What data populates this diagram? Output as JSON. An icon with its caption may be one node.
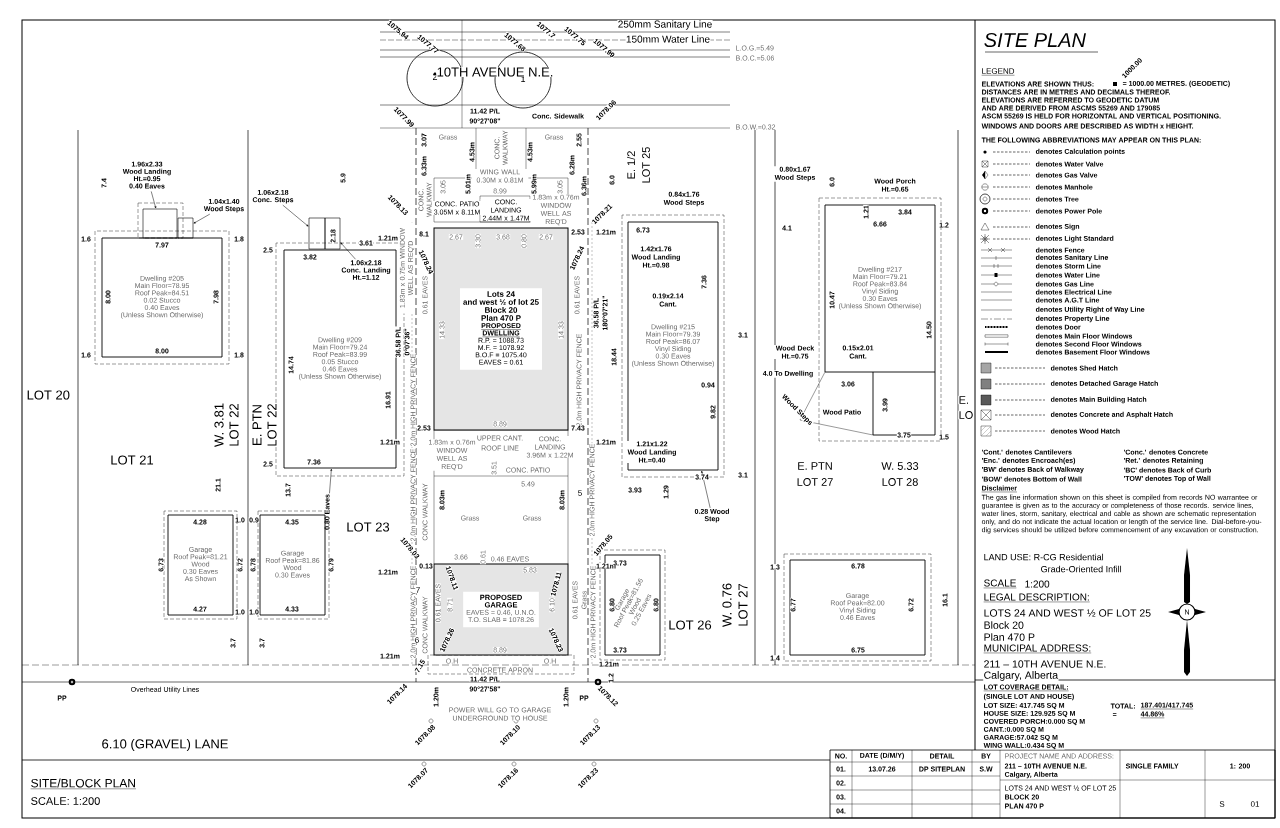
{
  "diagram": {
    "title": "SITE PLAN",
    "nodes": [
      {
        "text": [
          "Dwelling #205",
          "Main Floor=78.95",
          "Roof Peak=84.51",
          "0.02 Stucco",
          "0.40 Eaves",
          "(Unless Shown Otherwise)"
        ]
      },
      {
        "text": [],
        "shape": "box"
      },
      {
        "text": [],
        "shape": "box"
      },
      {
        "text": [
          "1.96x2.33",
          "Wood Landing",
          "Ht.=0.95",
          "0.40 Eaves"
        ]
      },
      {
        "text": [
          "1.04x1.40",
          "Wood Steps"
        ]
      },
      {
        "text": [
          "Garage",
          "Roof Peak=81.21",
          "Wood",
          "0.30 Eaves",
          "As Shown"
        ]
      },
      {
        "text": [
          "Dwelling #209",
          "Main Floor=79.24",
          "Roof Peak=83.99",
          "0.05 Stucco",
          "0.46 Eaves",
          "(Unless Shown Otherwise)"
        ]
      },
      {
        "text": [],
        "shape": "box"
      },
      {
        "text": [],
        "shape": "box"
      },
      {
        "text": [
          "1.06x2.18",
          "Conc. Steps"
        ]
      },
      {
        "text": [
          "1.06x2.18",
          "Conc. Landing",
          "Ht.=1.12"
        ],
        "in": 6
      },
      {
        "text": [
          "0.80 Eaves"
        ]
      },
      {
        "text": [
          "Garage",
          "Roof Peak=81.86",
          "Wood",
          "0.30 Eaves"
        ]
      },
      {
        "text": [
          "2"
        ]
      },
      {
        "text": [
          "1"
        ]
      },
      {
        "text": [
          "Lots 24",
          "and west ½ of lot 25",
          "Block 20",
          "Plan 470 P",
          "PROPOSED",
          "DWELLING",
          "R.P. = 1088.73",
          "M.F. = 1078.92",
          "B.O.F = 1075.40",
          "EAVES = 0.61"
        ]
      },
      {
        "text": [
          "PROPOSED",
          "GARAGE",
          "EAVES = 0.46, U.N.O.",
          "T.O. SLAB = 1078.26"
        ]
      },
      {
        "text": [
          "Dwelling #215",
          "Main Floor=79.39",
          "Roof Peak=86.07",
          "Vinyl Siding",
          "0.30 Eaves",
          "(Unless Shown Otherwise)"
        ]
      },
      {
        "text": [
          "Garage",
          "Roof Peak=81.56",
          "Wood",
          "0.25 Eaves"
        ]
      },
      {
        "text": [
          "Dwelling #217",
          "Main Floor=79.21",
          "Roof Peak=83.84",
          "Vinyl Siding",
          "0.30 Eaves",
          "(Unless Shown Otherwise)"
        ]
      },
      {
        "text": [
          "Garage",
          "Roof Peak=82.00",
          "Vinyl Siding",
          "0.46 Eaves"
        ]
      },
      {
        "text": [
          "0.28 Wood",
          "Step"
        ]
      }
    ],
    "edges": [
      {
        "from": 3,
        "to": 1,
        "arrow": "to"
      },
      {
        "from": 4,
        "to": 2,
        "arrow": "to"
      },
      {
        "from": 9,
        "to": 7,
        "arrow": "to"
      },
      {
        "from": 10,
        "to": 8,
        "arrow": "to"
      },
      {
        "from": 11,
        "to": 6,
        "arrow": "to"
      },
      {
        "from": 21,
        "to": 17,
        "arrow": "to"
      }
    ],
    "labels": [
      "250mm Sanitary Line",
      "150mm Water Line",
      "L.O.G.=5.49",
      "B.O.C.=5.06",
      "10TH AVENUE N.E.",
      "11.42 P/L",
      "90°27'08\"",
      "Conc. Sidewalk",
      "B.O.W.=0.32",
      "1075.94",
      "1077.77",
      "1077.68",
      "1077.7",
      "1077.75",
      "1077.99",
      "1077.99",
      "1078.06",
      "Grass",
      "CONC. WALKWAY",
      "Grass",
      "3.07",
      "6.33m",
      "4.53m",
      "4.53m",
      "5.01m",
      "5.99m",
      "2.55",
      "6.28m",
      "6.36m",
      "WING WALL 0.30M x 0.81M",
      "8.99",
      "3.05",
      "3.05",
      "CONC. WALKWAY",
      "CONC. PATIO 3.05M x 8.11M",
      "CONC. LANDING 2.44M x 1.47M",
      "1.83m x 0.76m WINDOW WELL AS REQ'D",
      "1078.13",
      "1078.21",
      "1.21m",
      "8.1",
      "1078.24",
      "2.53",
      "1078.24",
      "1.21m",
      "2.67",
      "3.30",
      "3.68",
      "0.80",
      "2.67",
      "36.58 P/L",
      "0°07'36\"",
      "36.58 P/L",
      "180°07'21\"",
      "14.33",
      "14.33",
      "0.61 EAVES",
      "0.61 EAVES",
      "1.83m x 0.75m WINDOW WELL AS REQ'D",
      "2.0m HIGH PRIVACY FENCE",
      "2.0m HIGH PRIVACY FENCE",
      "16.91",
      "18.44",
      "8.89",
      "2.53",
      "7.43",
      "1.21m",
      "1.21m",
      "UPPER CANT.",
      "ROOF LINE",
      "CONC. LANDING 3.96M x 1.22M",
      "1.83m x 0.76m WINDOW WELL AS REQ'D",
      "CONC. PATIO",
      "3.51",
      "5.49",
      "2.0m HIGH PRIVACY FENCE",
      "CONC WALKWAY",
      "8.03m",
      "8.03m",
      "5",
      "2.0m HIGH PRIVACY FENCE",
      "Grass",
      "Grass",
      "LOT 23",
      "1078.03",
      "1.21m",
      "0.13",
      "3.66",
      "0.61",
      "0.46 EAVES",
      "5.83",
      "1078.11",
      "1078.11",
      "1078.05",
      "1.21m",
      "2.0m HIGH PRIVACY FENCE",
      "CONC WALKWAY",
      "0.61 EAVES",
      "7",
      "6",
      "8.71",
      "6.10",
      "0.61 EAVES",
      "Grass",
      "2.0m HIGH PRIVACY FENCE",
      "1.21m",
      "1.21m",
      "7.15",
      "1078.26",
      "1078.23",
      "8.89",
      "O.H",
      "O.H",
      "CONCRETE APRON",
      "1.2",
      "1078.14",
      "1078.12",
      "11.42 P/L",
      "90°27'58\"",
      "1.20m",
      "1.20m",
      "PP",
      "POWER WILL GO TO GARAGE UNDERGROUND TO HOUSE",
      "1078.08",
      "1078.10",
      "1078.13",
      "1078.07",
      "1078.16",
      "1078.23",
      "PP",
      "Overhead Utility Lines",
      "6.10 (GRAVEL) LANE",
      "SITE/BLOCK PLAN",
      "SCALE: 1:200",
      "LOT 20",
      "7.4",
      "1.6",
      "1.8",
      "7.97",
      "8.00",
      "7.98",
      "1.6",
      "8.00",
      "1.8",
      "LOT 21",
      "W. 3.81",
      "LOT 22",
      "E. PTN",
      "LOT 22",
      "21.1",
      "4.28",
      "1.0",
      "6.73",
      "6.72",
      "4.27",
      "1.0",
      "3.7",
      "3.7",
      "0.9",
      "4.35",
      "6.78",
      "6.79",
      "1.0",
      "4.33",
      "13.7",
      "2.5",
      "3.82",
      "2.18",
      "3.61",
      "5.9",
      "14.74",
      "2.5",
      "7.36",
      "E. 1/2",
      "LOT 25",
      "6.0",
      "0.84x1.76 Wood Steps",
      "6.73",
      "1.42x1.76 Wood Landing Ht.=0.98",
      "7.36",
      "0.19x2.14 Cant.",
      "0.94",
      "9.82",
      "1.21x1.22 Wood Landing Ht.=0.40",
      "3.74",
      "3.93",
      "3.1",
      "3.1",
      "1.29",
      "LOT 26",
      "W. 0.76",
      "LOT 27",
      "3.73",
      "6.80",
      "6.80",
      "3.73",
      "0.80x1.67 Wood Steps",
      "6.0",
      "Wood Porch Ht.=0.65",
      "1.21",
      "3.84",
      "4.1",
      "6.66",
      "1.2",
      "10.47",
      "14.50",
      "Wood Deck Ht.=0.75",
      "0.15x2.01 Cant.",
      "4.0 To Dwelling",
      "3.06",
      "Wood Steps",
      "Wood Patio",
      "3.99",
      "3.75",
      "1.5",
      "E. PTN",
      "LOT 27",
      "W. 5.33",
      "LOT 28",
      "E.",
      "LO",
      "16.1",
      "6.78",
      "6.77",
      "6.72",
      "6.75",
      "1.3",
      "1.4",
      "LEGEND",
      "ELEVATIONS ARE SHOWN THUS:",
      "1000.00",
      "= 1000.00 METRES. (GEODETIC)",
      "DISTANCES ARE IN METRES AND DECIMALS THEREOF.",
      "ELEVATIONS ARE REFERRED TO GEODETIC DATUM",
      "AND ARE DERIVED FROM ASCMS 55269 AND 179085",
      "ASCM 55269 IS HELD FOR HORIZONTAL AND VERTICAL POSITIONING.",
      "WINDOWS AND DOORS ARE DESCRIBED AS WIDTH x HEIGHT.",
      "THE FOLLOWING ABBREVIATIONS MAY APPEAR ON THIS PLAN:",
      "'Cont.' denotes Cantilevers",
      "'Conc.' denotes Concrete",
      "'Enc.' denotes Encroach(es)",
      "'Ret.' denotes Retaining",
      "'BW' denotes Back of Walkway",
      "'BC' denotes Back of Curb",
      "'BOW' denotes Bottom of Wall",
      "'TOW' denotes Top of Wall",
      "Disclaimer",
      "The gas line information shown on this sheet is compiled from records NO warrantee or guarantee is given as to the accuracy or completeness of those records. service lines, water lines, storm, sanitary, electrical and cable as shown are schematic representation only, and do not indicate the actual location or length of the service line. Dial-before-you-dig services should be utilized before commencement of any excavation or construction.",
      "LAND USE: R-CG Residential",
      "Grade-Oriented Infill",
      "SCALE",
      "1:200",
      "LEGAL DESCRIPTION:",
      "LOTS 24 AND WEST ½ OF LOT 25",
      "Block 20",
      "Plan 470 P",
      "MUNICIPAL ADDRESS:",
      "211 – 10TH AVENUE N.E.",
      "Calgary, Alberta",
      "N",
      "LOT COVERAGE DETAIL:",
      "(SINGLE LOT AND HOUSE)",
      "LOT SIZE: 417.745 SQ M",
      "HOUSE SIZE: 129.925 SQ M",
      "COVERED PORCH:0.000 SQ M",
      "CANT.:0.000 SQ M",
      "GARAGE:57.042 SQ M",
      "WING WALL:0.434 SQ M",
      "TOTAL:",
      "187.401/417.745",
      "=",
      "44.86%",
      "NO.",
      "DATE (D/M/Y)",
      "DETAIL",
      "BY",
      "01.",
      "13.07.26",
      "DP SITEPLAN",
      "S.W",
      "02.",
      "03.",
      "04.",
      "PROJECT NAME AND ADDRESS:",
      "211 – 10TH AVENUE N.E.",
      "Calgary, Alberta",
      "LOTS 24 AND WEST ½ OF LOT 25",
      "BLOCK 20",
      "PLAN 470 P",
      "SINGLE FAMILY",
      "1: 200",
      "S",
      "01"
    ],
    "legend": [
      {
        "text": "denotes Calculation points"
      },
      {
        "text": "denotes Water Valve"
      },
      {
        "text": "denotes Gas Valve"
      },
      {
        "text": "denotes Manhole"
      },
      {
        "text": "denotes Tree"
      },
      {
        "text": "denotes Power Pole"
      },
      {
        "text": "denotes Sign"
      },
      {
        "text": "denotes Light Standard"
      },
      {
        "text": "denotes Fence"
      },
      {
        "text": "denotes Sanitary Line"
      },
      {
        "text": "denotes Storm Line"
      },
      {
        "text": "denotes Water Line"
      },
      {
        "text": "denotes Gas Line"
      },
      {
        "text": "denotes Electrical Line"
      },
      {
        "text": "denotes A.G.T Line"
      },
      {
        "text": "denotes Utility Right of Way Line"
      },
      {
        "text": "denotes Property Line"
      },
      {
        "text": "denotes Door"
      },
      {
        "text": "denotes Main Floor Windows"
      },
      {
        "text": "denotes Second Floor Windows"
      },
      {
        "text": "denotes Basement Floor Windows"
      },
      {
        "text": "denotes Shed Hatch"
      },
      {
        "text": "denotes Detached Garage Hatch"
      },
      {
        "text": "denotes Main Building Hatch"
      },
      {
        "text": "denotes Concrete and Asphalt Hatch"
      },
      {
        "text": "denotes Wood Hatch"
      }
    ]
  }
}
